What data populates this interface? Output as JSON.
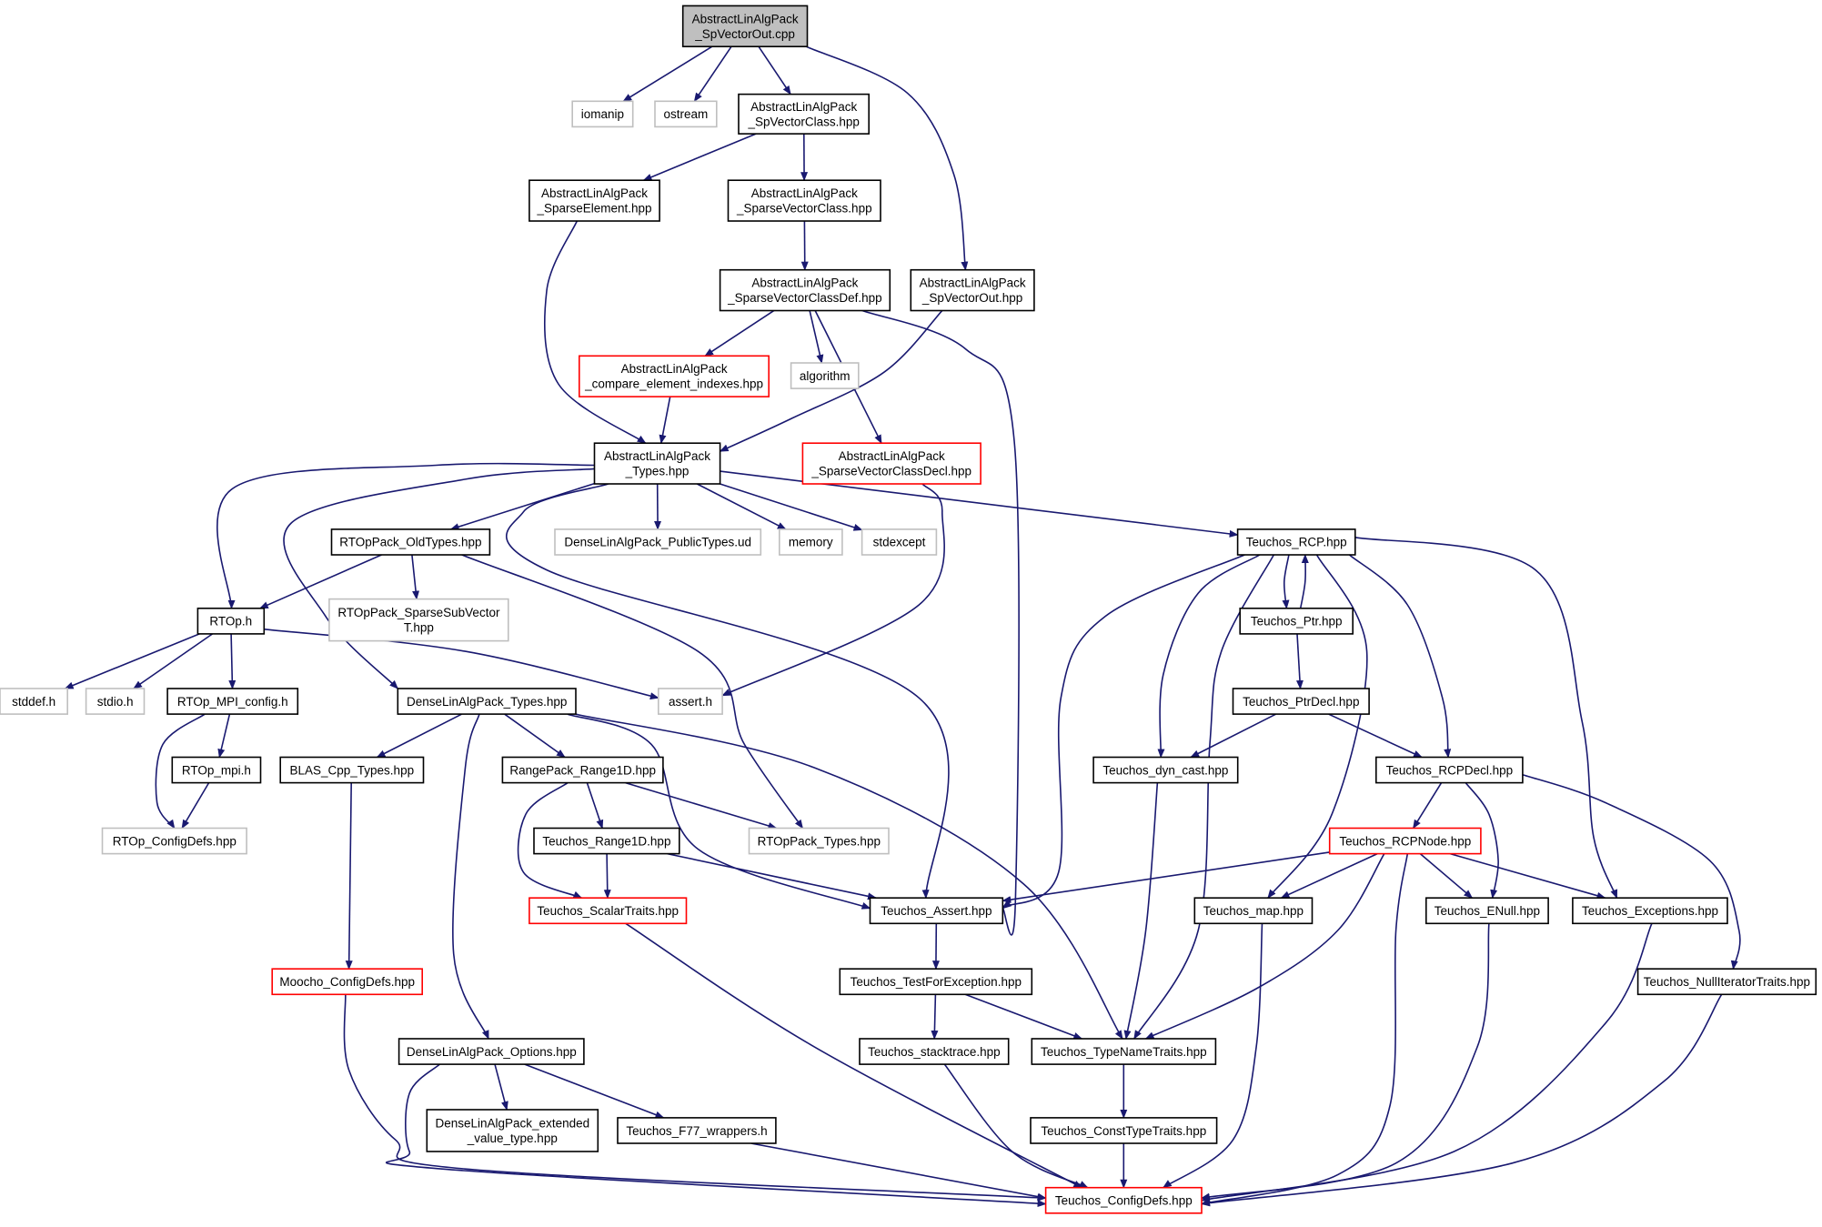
{
  "colors": {
    "edge": "#191970",
    "border_normal": "#000000",
    "border_external": "#bfbfbf",
    "border_truncated": "#ff0000",
    "fill_root": "#bfbfbf",
    "fill_default": "#ffffff"
  },
  "nodes": [
    {
      "id": "root",
      "lines": [
        "AbstractLinAlgPack",
        "_SpVectorOut.cpp"
      ],
      "style": "root"
    },
    {
      "id": "iomanip",
      "lines": [
        "iomanip"
      ],
      "style": "external"
    },
    {
      "id": "ostream",
      "lines": [
        "ostream"
      ],
      "style": "external"
    },
    {
      "id": "spvc",
      "lines": [
        "AbstractLinAlgPack",
        "_SpVectorClass.hpp"
      ],
      "style": "normal"
    },
    {
      "id": "se",
      "lines": [
        "AbstractLinAlgPack",
        "_SparseElement.hpp"
      ],
      "style": "normal"
    },
    {
      "id": "svc",
      "lines": [
        "AbstractLinAlgPack",
        "_SparseVectorClass.hpp"
      ],
      "style": "normal"
    },
    {
      "id": "svcdef",
      "lines": [
        "AbstractLinAlgPack",
        "_SparseVectorClassDef.hpp"
      ],
      "style": "normal"
    },
    {
      "id": "svo",
      "lines": [
        "AbstractLinAlgPack",
        "_SpVectorOut.hpp"
      ],
      "style": "normal"
    },
    {
      "id": "cei",
      "lines": [
        "AbstractLinAlgPack",
        "_compare_element_indexes.hpp"
      ],
      "style": "truncated"
    },
    {
      "id": "algorithm",
      "lines": [
        "algorithm"
      ],
      "style": "external"
    },
    {
      "id": "types",
      "lines": [
        "AbstractLinAlgPack",
        "_Types.hpp"
      ],
      "style": "normal"
    },
    {
      "id": "svcdecl",
      "lines": [
        "AbstractLinAlgPack",
        "_SparseVectorClassDecl.hpp"
      ],
      "style": "truncated"
    },
    {
      "id": "rtopold",
      "lines": [
        "RTOpPack_OldTypes.hpp"
      ],
      "style": "normal"
    },
    {
      "id": "dlapub",
      "lines": [
        "DenseLinAlgPack_PublicTypes.ud"
      ],
      "style": "external"
    },
    {
      "id": "memory",
      "lines": [
        "memory"
      ],
      "style": "external"
    },
    {
      "id": "stdexcept",
      "lines": [
        "stdexcept"
      ],
      "style": "external"
    },
    {
      "id": "rcp",
      "lines": [
        "Teuchos_RCP.hpp"
      ],
      "style": "normal"
    },
    {
      "id": "rtoph",
      "lines": [
        "RTOp.h"
      ],
      "style": "normal"
    },
    {
      "id": "ssvt",
      "lines": [
        "RTOpPack_SparseSubVector",
        "T.hpp"
      ],
      "style": "external"
    },
    {
      "id": "ptr",
      "lines": [
        "Teuchos_Ptr.hpp"
      ],
      "style": "normal"
    },
    {
      "id": "stddef",
      "lines": [
        "stddef.h"
      ],
      "style": "external"
    },
    {
      "id": "stdio",
      "lines": [
        "stdio.h"
      ],
      "style": "external"
    },
    {
      "id": "mpiconfig",
      "lines": [
        "RTOp_MPI_config.h"
      ],
      "style": "normal"
    },
    {
      "id": "dlatypes",
      "lines": [
        "DenseLinAlgPack_Types.hpp"
      ],
      "style": "normal"
    },
    {
      "id": "asserth",
      "lines": [
        "assert.h"
      ],
      "style": "external"
    },
    {
      "id": "ptrdecl",
      "lines": [
        "Teuchos_PtrDecl.hpp"
      ],
      "style": "normal"
    },
    {
      "id": "rtopmpi",
      "lines": [
        "RTOp_mpi.h"
      ],
      "style": "normal"
    },
    {
      "id": "blas",
      "lines": [
        "BLAS_Cpp_Types.hpp"
      ],
      "style": "normal"
    },
    {
      "id": "range1d",
      "lines": [
        "RangePack_Range1D.hpp"
      ],
      "style": "normal"
    },
    {
      "id": "dyncast",
      "lines": [
        "Teuchos_dyn_cast.hpp"
      ],
      "style": "normal"
    },
    {
      "id": "rcpdecl",
      "lines": [
        "Teuchos_RCPDecl.hpp"
      ],
      "style": "normal"
    },
    {
      "id": "rtopconfig",
      "lines": [
        "RTOp_ConfigDefs.hpp"
      ],
      "style": "external"
    },
    {
      "id": "trange1d",
      "lines": [
        "Teuchos_Range1D.hpp"
      ],
      "style": "normal"
    },
    {
      "id": "rtoptypes",
      "lines": [
        "RTOpPack_Types.hpp"
      ],
      "style": "external"
    },
    {
      "id": "rcpnode",
      "lines": [
        "Teuchos_RCPNode.hpp"
      ],
      "style": "truncated"
    },
    {
      "id": "scalar",
      "lines": [
        "Teuchos_ScalarTraits.hpp"
      ],
      "style": "truncated"
    },
    {
      "id": "tassert",
      "lines": [
        "Teuchos_Assert.hpp"
      ],
      "style": "normal"
    },
    {
      "id": "tmap",
      "lines": [
        "Teuchos_map.hpp"
      ],
      "style": "normal"
    },
    {
      "id": "enull",
      "lines": [
        "Teuchos_ENull.hpp"
      ],
      "style": "normal"
    },
    {
      "id": "texc",
      "lines": [
        "Teuchos_Exceptions.hpp"
      ],
      "style": "normal"
    },
    {
      "id": "moocho",
      "lines": [
        "Moocho_ConfigDefs.hpp"
      ],
      "style": "truncated"
    },
    {
      "id": "tfe",
      "lines": [
        "Teuchos_TestForException.hpp"
      ],
      "style": "normal"
    },
    {
      "id": "nullit",
      "lines": [
        "Teuchos_NullIteratorTraits.hpp"
      ],
      "style": "normal"
    },
    {
      "id": "dlaopt",
      "lines": [
        "DenseLinAlgPack_Options.hpp"
      ],
      "style": "normal"
    },
    {
      "id": "stack",
      "lines": [
        "Teuchos_stacktrace.hpp"
      ],
      "style": "normal"
    },
    {
      "id": "tnt",
      "lines": [
        "Teuchos_TypeNameTraits.hpp"
      ],
      "style": "normal"
    },
    {
      "id": "dlaext",
      "lines": [
        "DenseLinAlgPack_extended",
        "_value_type.hpp"
      ],
      "style": "normal"
    },
    {
      "id": "f77",
      "lines": [
        "Teuchos_F77_wrappers.h"
      ],
      "style": "normal"
    },
    {
      "id": "ctt",
      "lines": [
        "Teuchos_ConstTypeTraits.hpp"
      ],
      "style": "normal"
    },
    {
      "id": "tconfig",
      "lines": [
        "Teuchos_ConfigDefs.hpp"
      ],
      "style": "truncated"
    }
  ],
  "edges": [
    [
      "root",
      "iomanip"
    ],
    [
      "root",
      "ostream"
    ],
    [
      "root",
      "spvc"
    ],
    [
      "root",
      "svo"
    ],
    [
      "spvc",
      "se"
    ],
    [
      "spvc",
      "svc"
    ],
    [
      "se",
      "types"
    ],
    [
      "svc",
      "svcdef"
    ],
    [
      "svcdef",
      "cei"
    ],
    [
      "svcdef",
      "algorithm"
    ],
    [
      "svcdef",
      "svcdecl"
    ],
    [
      "svcdef",
      "tassert"
    ],
    [
      "svo",
      "types"
    ],
    [
      "cei",
      "types"
    ],
    [
      "svcdecl",
      "asserth"
    ],
    [
      "types",
      "rtoph"
    ],
    [
      "types",
      "dlatypes"
    ],
    [
      "types",
      "rtopold"
    ],
    [
      "types",
      "tassert"
    ],
    [
      "types",
      "dlapub"
    ],
    [
      "types",
      "memory"
    ],
    [
      "types",
      "stdexcept"
    ],
    [
      "types",
      "rcp"
    ],
    [
      "rtopold",
      "rtoph"
    ],
    [
      "rtopold",
      "ssvt"
    ],
    [
      "rtopold",
      "rtoptypes"
    ],
    [
      "rtoph",
      "stddef"
    ],
    [
      "rtoph",
      "stdio"
    ],
    [
      "rtoph",
      "mpiconfig"
    ],
    [
      "rtoph",
      "asserth"
    ],
    [
      "mpiconfig",
      "rtopmpi"
    ],
    [
      "mpiconfig",
      "rtopconfig"
    ],
    [
      "rtopmpi",
      "rtopconfig"
    ],
    [
      "dlatypes",
      "blas"
    ],
    [
      "dlatypes",
      "range1d"
    ],
    [
      "dlatypes",
      "dlaopt"
    ],
    [
      "dlatypes",
      "tassert"
    ],
    [
      "dlatypes",
      "tnt"
    ],
    [
      "blas",
      "moocho"
    ],
    [
      "range1d",
      "trange1d"
    ],
    [
      "range1d",
      "scalar"
    ],
    [
      "range1d",
      "rtoptypes"
    ],
    [
      "trange1d",
      "scalar"
    ],
    [
      "trange1d",
      "tassert"
    ],
    [
      "scalar",
      "tconfig"
    ],
    [
      "moocho",
      "tconfig"
    ],
    [
      "dlaopt",
      "dlaext"
    ],
    [
      "dlaopt",
      "f77"
    ],
    [
      "dlaopt",
      "tconfig"
    ],
    [
      "f77",
      "tconfig"
    ],
    [
      "rcp",
      "ptr"
    ],
    [
      "rcp",
      "tassert"
    ],
    [
      "rcp",
      "dyncast"
    ],
    [
      "rcp",
      "tnt"
    ],
    [
      "rcp",
      "tmap"
    ],
    [
      "rcp",
      "rcpdecl"
    ],
    [
      "rcp",
      "texc"
    ],
    [
      "ptr",
      "rcp"
    ],
    [
      "ptr",
      "ptrdecl"
    ],
    [
      "ptrdecl",
      "dyncast"
    ],
    [
      "ptrdecl",
      "rcpdecl"
    ],
    [
      "dyncast",
      "tnt"
    ],
    [
      "rcpdecl",
      "rcpnode"
    ],
    [
      "rcpdecl",
      "enull"
    ],
    [
      "rcpdecl",
      "nullit"
    ],
    [
      "rcpnode",
      "tassert"
    ],
    [
      "rcpnode",
      "tmap"
    ],
    [
      "rcpnode",
      "enull"
    ],
    [
      "rcpnode",
      "texc"
    ],
    [
      "rcpnode",
      "tnt"
    ],
    [
      "rcpnode",
      "tconfig"
    ],
    [
      "tassert",
      "tfe"
    ],
    [
      "tfe",
      "stack"
    ],
    [
      "tfe",
      "tnt"
    ],
    [
      "stack",
      "tconfig"
    ],
    [
      "tnt",
      "ctt"
    ],
    [
      "ctt",
      "tconfig"
    ],
    [
      "tmap",
      "tconfig"
    ],
    [
      "enull",
      "tconfig"
    ],
    [
      "texc",
      "tconfig"
    ],
    [
      "nullit",
      "tconfig"
    ]
  ]
}
